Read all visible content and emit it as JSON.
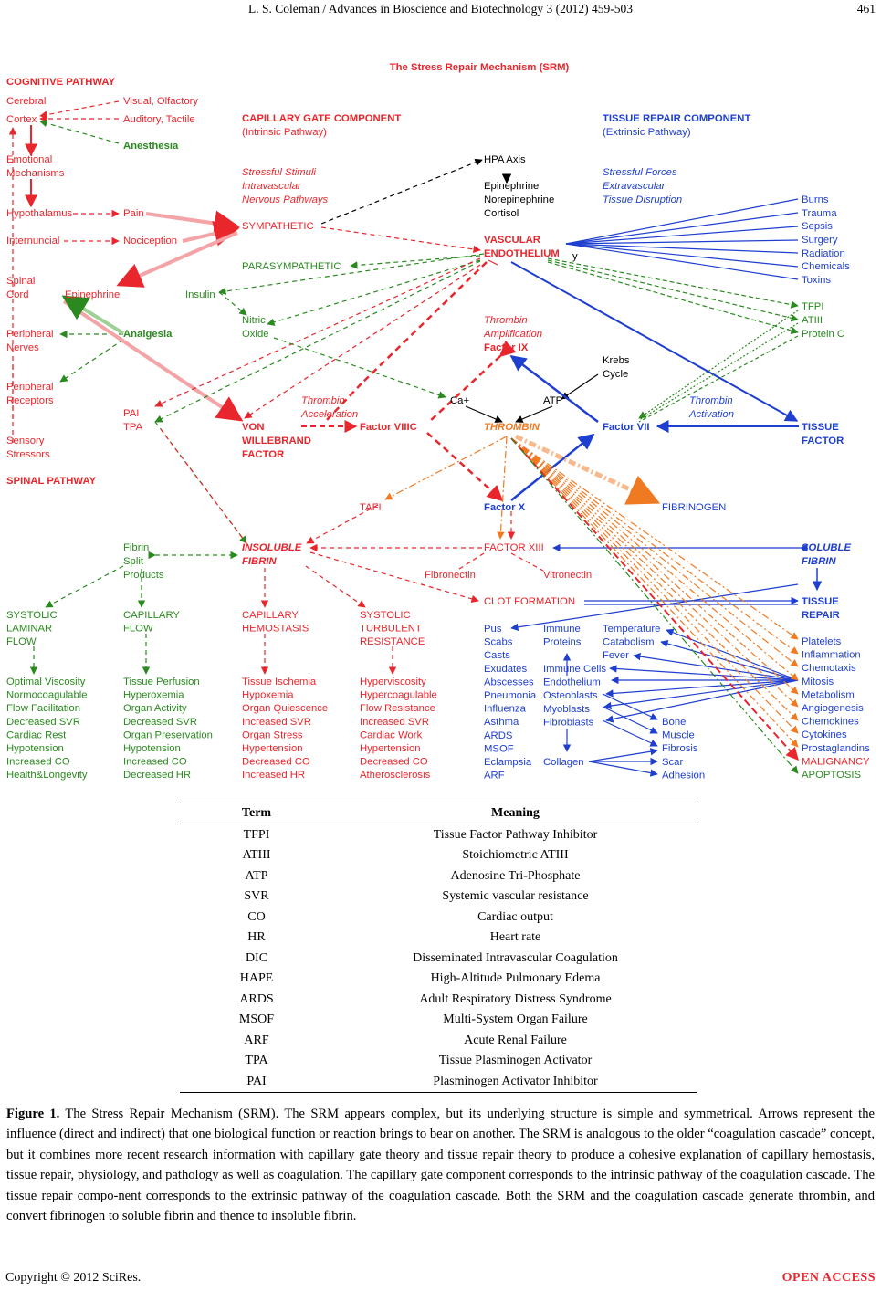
{
  "header": {
    "running_title": "L. S. Coleman / Advances in Bioscience and Biotechnology 3 (2012) 459-503",
    "page_number": "461"
  },
  "figure": {
    "title": "The  Stress Repair Mechanism (SRM)",
    "labels": {
      "cognitive_pathway": "COGNITIVE PATHWAY",
      "cerebral": "Cerebral",
      "cortex": "Cortex",
      "visual_olfactory": "Visual, Olfactory",
      "auditory_tactile": "Auditory, Tactile",
      "anesthesia": "Anesthesia",
      "emotional": "Emotional",
      "mechanisms": "Mechanisms",
      "hypothalamus": "Hypothalamus",
      "pain": "Pain",
      "internuncial": "Internuncial",
      "nociception": "Nociception",
      "spinal": "Spinal",
      "cord": "Cord",
      "epinephrine_left": "Epinephrine",
      "insulin": "Insulin",
      "peripheral1": "Peripheral",
      "nerves": "Nerves",
      "analgesia": "Analgesia",
      "peripheral2": "Peripheral",
      "receptors": "Receptors",
      "sensory": "Sensory",
      "stressors": "Stressors",
      "spinal_pathway": "SPINAL  PATHWAY",
      "capillary_gate_component": "CAPILLARY GATE COMPONENT",
      "intrinsic_pathway": "(Intrinsic Pathway)",
      "stressful_stimuli": "Stressful Stimuli",
      "intravascular": "Intravascular",
      "nervous_pathways": "Nervous Pathways",
      "sympathetic": "SYMPATHETIC",
      "parasympathetic": "PARASYMPATHETIC",
      "nitric": "Nitric",
      "oxide": "Oxide",
      "hpa_axis": "HPA Axis",
      "epinephrine": "Epinephrine",
      "norepinephrine": "Norepinephrine",
      "cortisol": "Cortisol",
      "vascular": "VASCULAR",
      "endothelium": "ENDOTHELIUM",
      "y": "y",
      "tissue_repair_component": "TISSUE REPAIR COMPONENT",
      "extrinsic_pathway": "(Extrinsic Pathway)",
      "stressful_forces": "Stressful Forces",
      "extravascular": "Extravascular",
      "tissue_disruption": "Tissue Disruption",
      "burns": "Burns",
      "trauma": "Trauma",
      "sepsis": "Sepsis",
      "surgery": "Surgery",
      "radiation": "Radiation",
      "chemicals": "Chemicals",
      "toxins": "Toxins",
      "tfpi": "TFPI",
      "atiii": "ATIII",
      "protein_c": "Protein C",
      "thrombin_amplification1": "Thrombin",
      "thrombin_amplification2": "Amplification",
      "factor_ix": "Factor IX",
      "krebs": "Krebs",
      "cycle": "Cycle",
      "pai": "PAI",
      "tpa": "TPA",
      "thrombin_acceleration1": "Thrombin",
      "thrombin_acceleration2": "Acceleration",
      "ca": "Ca+",
      "atp": "ATP",
      "thrombin_activation1": "Thrombin",
      "thrombin_activation2": "Activation",
      "von": "VON",
      "willebrand": "WILLEBRAND",
      "factor": "FACTOR",
      "factor_viiic": "Factor VIIIC",
      "thrombin": "THROMBIN",
      "factor_vii": "Factor VII",
      "tissue_factor1": "TISSUE",
      "tissue_factor2": "FACTOR",
      "tafi": "TAFI",
      "factor_x": "Factor X",
      "fibrinogen": "FIBRINOGEN",
      "fibrin": "Fibrin",
      "split": "Split",
      "products": "Products",
      "insoluble": "INSOLUBLE",
      "fibrin_ins": "FIBRIN",
      "factor_xiii": "FACTOR XIII",
      "soluble": "SOLUBLE",
      "fibrin_sol": "FIBRIN",
      "fibronectin": "Fibronectin",
      "vitronectin": "Vitronectin",
      "clot_formation": "CLOT FORMATION",
      "tissue_repair1": "TISSUE",
      "tissue_repair2": "REPAIR"
    },
    "columns": {
      "systolic_laminar": [
        "SYSTOLIC",
        "LAMINAR",
        "FLOW"
      ],
      "capillary_flow": [
        "CAPILLARY",
        "FLOW"
      ],
      "capillary_hemostasis": [
        "CAPILLARY",
        "HEMOSTASIS"
      ],
      "systolic_turbulent": [
        "SYSTOLIC",
        "TURBULENT",
        "RESISTANCE"
      ],
      "green1": [
        "Optimal Viscosity",
        "Normocoagulable",
        "Flow Facilitation",
        "Decreased SVR",
        "Cardiac Rest",
        "Hypotension",
        "Increased CO",
        "Health&Longevity"
      ],
      "green2": [
        "Tissue Perfusion",
        "Hyperoxemia",
        "Organ Activity",
        "Decreased SVR",
        "Organ Preservation",
        "Hypotension",
        "Increased CO",
        "Decreased HR"
      ],
      "red1": [
        "Tissue Ischemia",
        "Hypoxemia",
        "Organ Quiescence",
        "Increased SVR",
        "Organ Stress",
        "Hypertension",
        "Decreased CO",
        "Increased HR"
      ],
      "red2": [
        "Hyperviscosity",
        "Hypercoagulable",
        "Flow Resistance",
        "Increased SVR",
        "Cardiac Work",
        "Hypertension",
        "Decreased CO",
        "Atherosclerosis"
      ],
      "blue1": [
        "Pus",
        "Scabs",
        "Casts",
        "Exudates",
        "Abscesses",
        "Pneumonia",
        "Influenza",
        "Asthma",
        "ARDS",
        "MSOF",
        "Eclampsia",
        "ARF"
      ],
      "blue2a": [
        "Immune",
        "Proteins"
      ],
      "blue2b": [
        "Immune Cells",
        "Endothelium",
        "Osteoblasts",
        "Myoblasts",
        "Fibroblasts"
      ],
      "collagen": "Collagen",
      "blue3a": [
        "Temperature",
        "Catabolism",
        "Fever"
      ],
      "blue3b": [
        "Bone",
        "Muscle",
        "Fibrosis",
        "Scar",
        "Adhesion"
      ],
      "right": [
        "Platelets",
        "Inflammation",
        "Chemotaxis",
        "Mitosis",
        "Metabolism",
        "Angiogenesis",
        "Chemokines",
        "Cytokines",
        "Prostaglandins",
        "MALIGNANCY",
        "APOPTOSIS"
      ]
    },
    "colors": {
      "red": "#e8262c",
      "green": "#2a8a1f",
      "blue": "#1e3fcf",
      "orange": "#f07a21"
    }
  },
  "table": {
    "headers": [
      "Term",
      "Meaning"
    ],
    "rows": [
      [
        "TFPI",
        "Tissue Factor Pathway Inhibitor"
      ],
      [
        "ATIII",
        "Stoichiometric ATIII"
      ],
      [
        "ATP",
        "Adenosine Tri-Phosphate"
      ],
      [
        "SVR",
        "Systemic vascular resistance"
      ],
      [
        "CO",
        "Cardiac output"
      ],
      [
        "HR",
        "Heart rate"
      ],
      [
        "DIC",
        "Disseminated Intravascular Coagulation"
      ],
      [
        "HAPE",
        "High-Altitude Pulmonary Edema"
      ],
      [
        "ARDS",
        "Adult Respiratory Distress Syndrome"
      ],
      [
        "MSOF",
        "Multi-System Organ Failure"
      ],
      [
        "ARF",
        "Acute Renal Failure"
      ],
      [
        "TPA",
        "Tissue Plasminogen Activator"
      ],
      [
        "PAI",
        "Plasminogen Activator Inhibitor"
      ]
    ]
  },
  "caption": {
    "label": "Figure 1.",
    "text": " The Stress Repair Mechanism (SRM). The SRM appears complex, but its underlying structure is simple and symmetrical. Arrows represent the influence (direct and indirect) that one biological function or reaction brings to bear on another. The SRM is analogous to the older “coagulation cascade” concept, but it combines more recent research information with capillary gate theory and tissue repair theory to produce a cohesive explanation of capillary hemostasis, tissue repair, physiology, and pathology as well as coagulation. The capillary gate component corresponds to the intrinsic pathway of the coagulation cascade. The tissue repair compo-nent corresponds to the extrinsic pathway of the coagulation cascade. Both the SRM and the coagulation cascade generate thrombin, and convert fibrinogen to soluble fibrin and thence to insoluble fibrin."
  },
  "footer": {
    "copyright": "Copyright © 2012 SciRes.",
    "open_access": "OPEN ACCESS"
  }
}
